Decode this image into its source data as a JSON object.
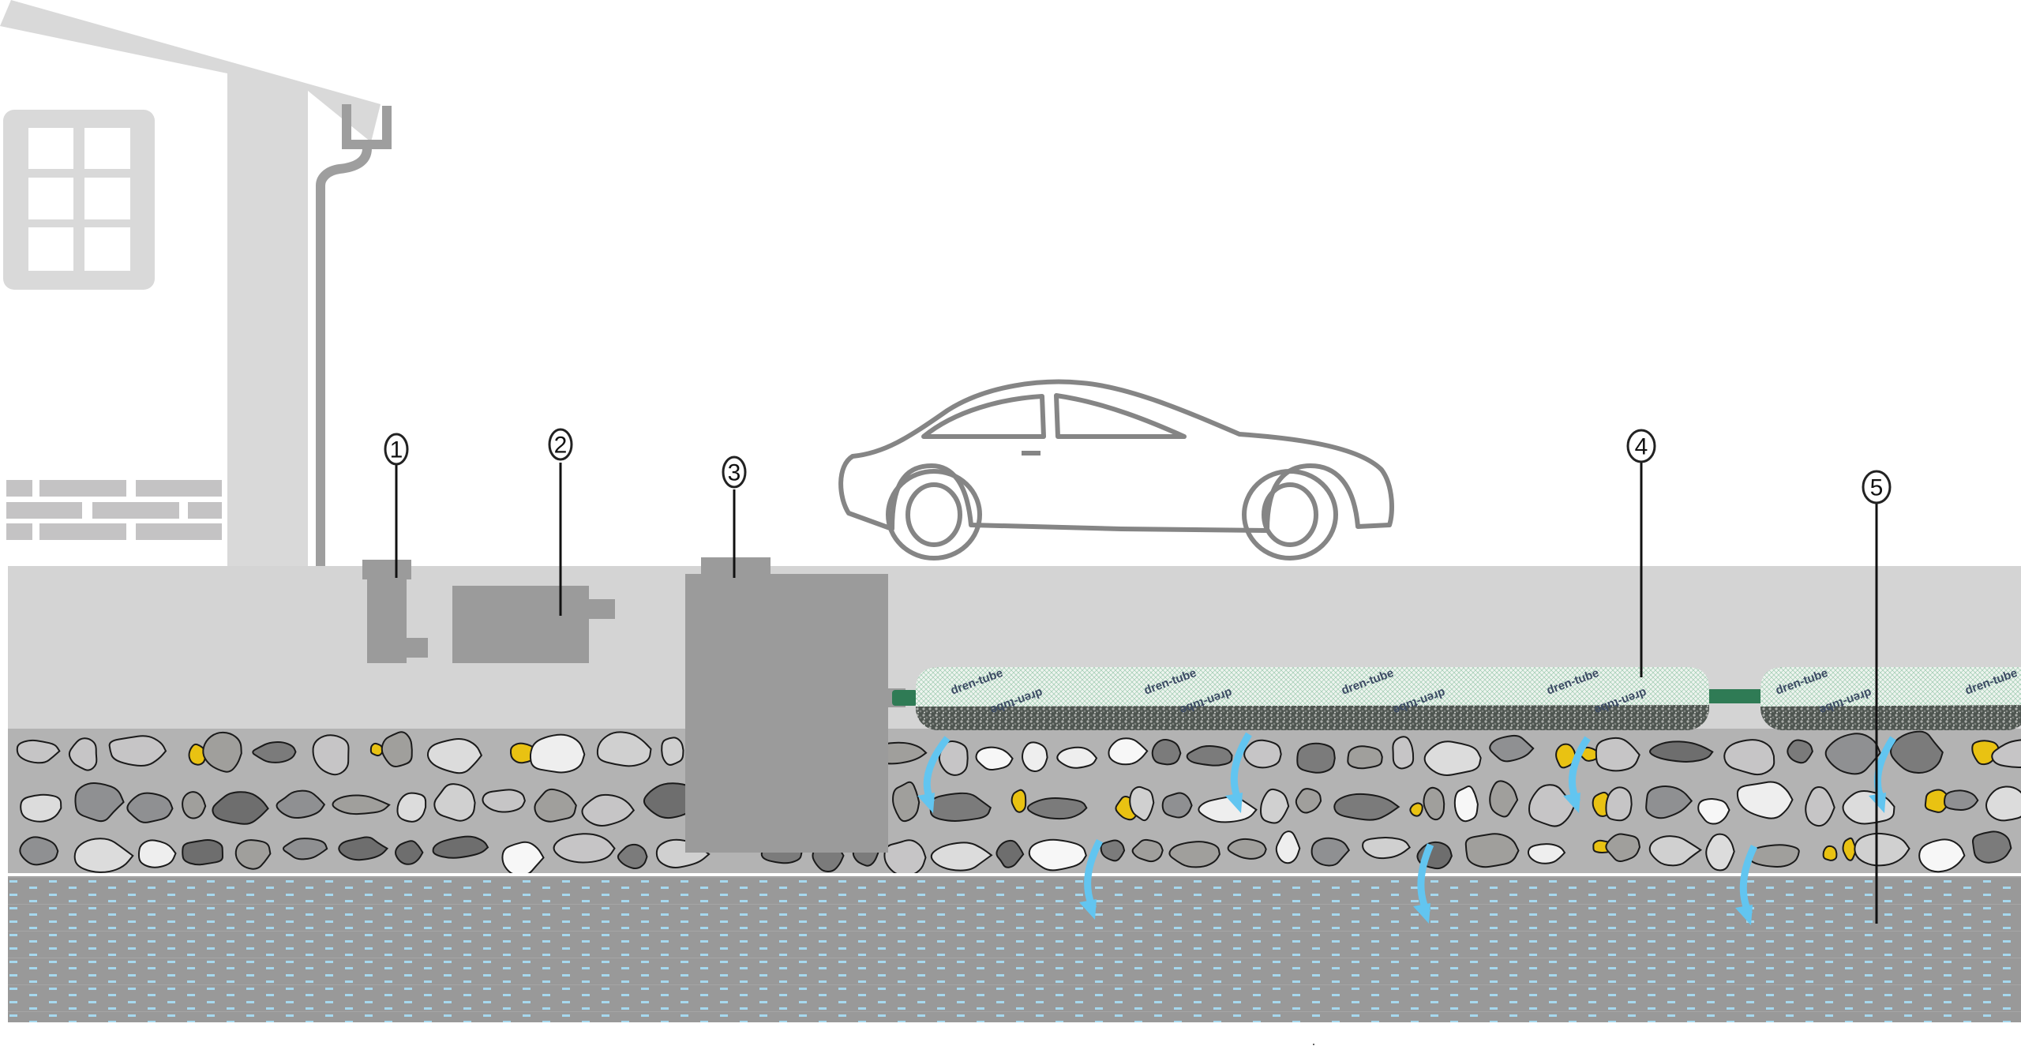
{
  "diagram": {
    "callouts": [
      {
        "number": "1",
        "target": "inlet-filter"
      },
      {
        "number": "2",
        "target": "settling-tank"
      },
      {
        "number": "3",
        "target": "distribution-chamber"
      },
      {
        "number": "4",
        "target": "drain-tube"
      },
      {
        "number": "5",
        "target": "subsoil-water-layer"
      }
    ],
    "drain_tube_brand": "dren-tube",
    "colors": {
      "house": "#d9d9d9",
      "bricks": "#c4c3c4",
      "downpipe": "#9e9e9e",
      "equipment": "#9b9b9b",
      "soil_top": "#d4d4d4",
      "gravel_bed": "#b3b3b3",
      "water_layer": "#999999",
      "water_dash": "#a6d8ee",
      "flow_arrow": "#62c5f0",
      "yellow_stone": "#e9c212",
      "car_outline": "#858585"
    }
  }
}
